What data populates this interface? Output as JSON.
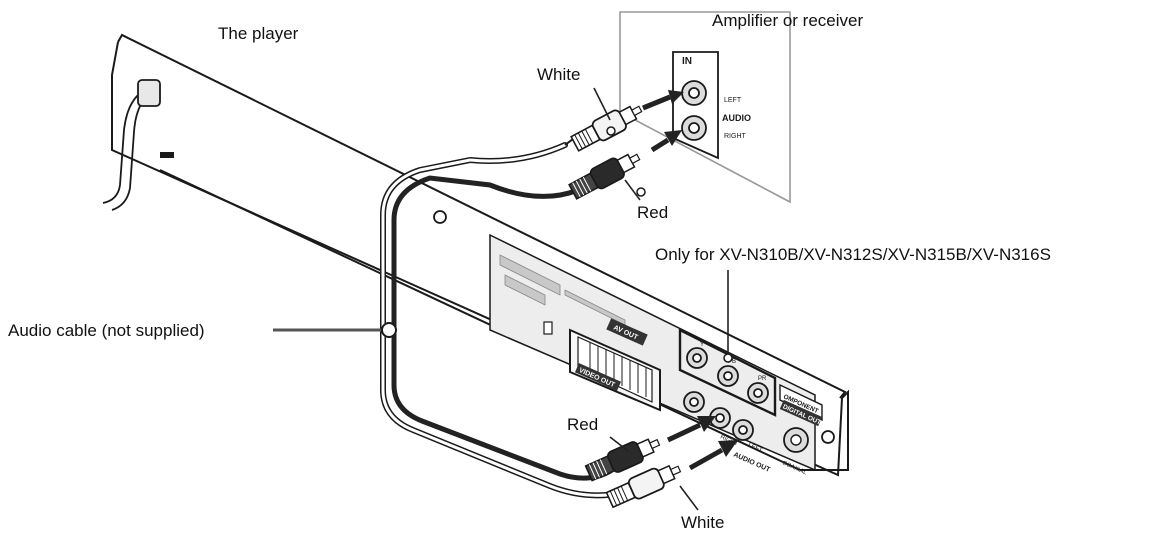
{
  "labels": {
    "player": "The player",
    "amplifier": "Amplifier or receiver",
    "white_top": "White",
    "red_top": "Red",
    "only_for": "Only for XV-N310B/XV-N312S/XV-N315B/XV-N316S",
    "audio_cable": "Audio cable (not supplied)",
    "red_bottom": "Red",
    "white_bottom": "White"
  },
  "amp_panel": {
    "in": "IN",
    "left": "LEFT",
    "audio": "AUDIO",
    "right": "RIGHT"
  },
  "player_panel": {
    "av_out": "AV OUT",
    "video_out": "VIDEO OUT",
    "component": "OMPONENT",
    "digital_out": "DIGITAL OUT",
    "coaxial": "COAXIAL",
    "audio_out": "AUDIO OUT",
    "left": "LEFT",
    "right": "RIGHT",
    "y": "Y",
    "pb": "PB",
    "pr": "PR"
  },
  "colors": {
    "line": "#1a1a1a",
    "panel_fill": "#ededed",
    "jack_fill": "#dcdcdc",
    "cable_dark": "#222222",
    "cable_light": "#ffffff",
    "plug_red": "#2a2a2a",
    "plug_white": "#f4f4f4",
    "arrow": "#222222"
  }
}
